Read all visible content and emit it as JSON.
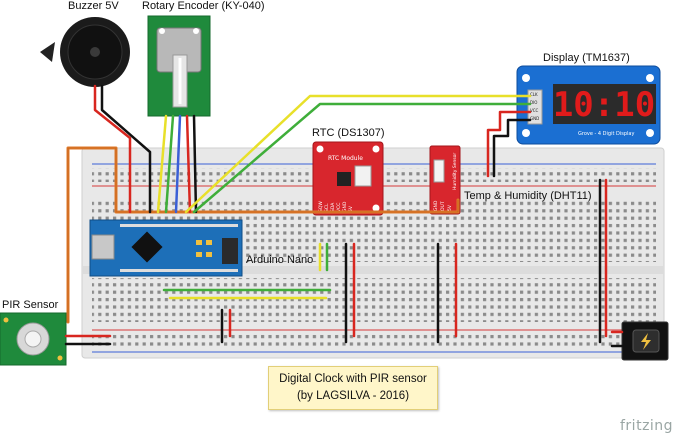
{
  "labels": {
    "buzzer": "Buzzer 5V",
    "encoder": "Rotary Encoder (KY-040)",
    "display": "Display (TM1637)",
    "rtc": "RTC (DS1307)",
    "dht": "Temp & Humidity (DHT11)",
    "nano": "Arduino Nano",
    "pir": "PIR Sensor"
  },
  "display": {
    "digits": "10:10",
    "footer": "Grove - 4 Digit Display",
    "pins": [
      "CLK",
      "DIO",
      "VCC",
      "GND"
    ]
  },
  "rtc_board": {
    "title": "RTC Module",
    "pins": [
      "SQW",
      "SCL",
      "SDA",
      "VCC",
      "GND",
      "5V"
    ]
  },
  "dht_board": {
    "text": "Humidity Sensor",
    "pins": [
      "GND",
      "OUT",
      "5V"
    ]
  },
  "caption": {
    "line1": "Digital Clock with PIR sensor",
    "line2": "(by LAGSILVA - 2016)"
  },
  "watermark": "fritzing",
  "colors": {
    "breadboard": "#e9e9e9",
    "rail_red": "#d63a3a",
    "rail_blue": "#3a5fd6",
    "wire_orange": "#e07a2a",
    "wire_yellow": "#e8e02a",
    "wire_green": "#3fae3a",
    "wire_red": "#d8261f",
    "wire_black": "#111111",
    "nano_blue": "#1d6fb8",
    "rtc_red": "#d8262d",
    "display_blue": "#1b6fd2",
    "caption_bg": "#fff6c9"
  }
}
